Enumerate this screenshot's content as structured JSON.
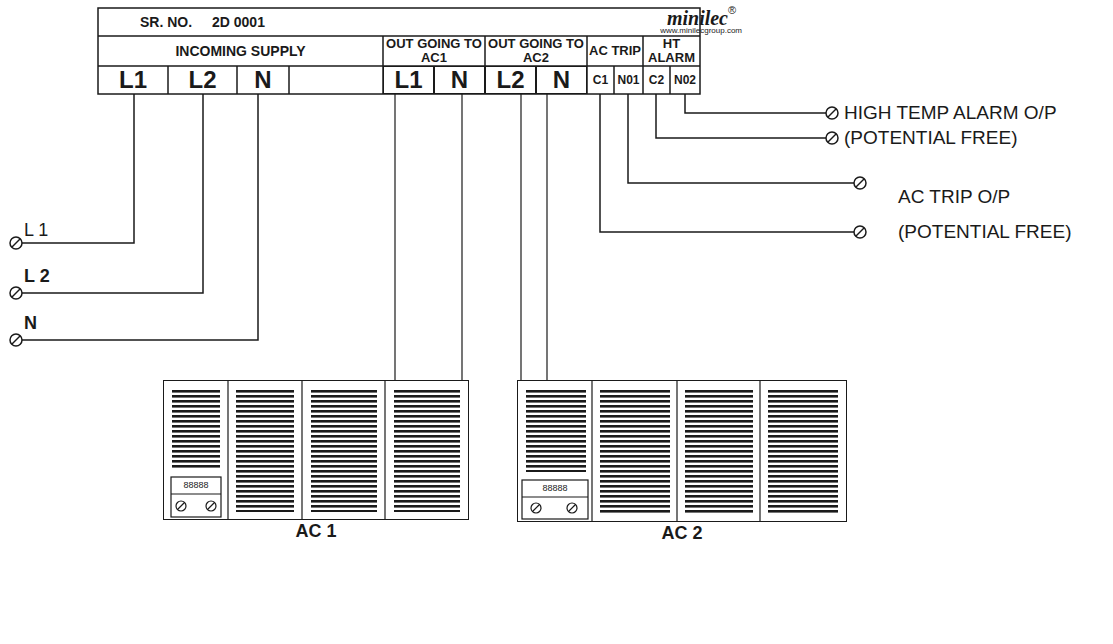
{
  "diagram": {
    "nodes": [
      {
        "text": [
          "L1"
        ]
      },
      {
        "text": [
          "N"
        ]
      },
      {
        "text": [
          "L2"
        ]
      },
      {
        "text": [
          "N"
        ]
      },
      {
        "text": [
          "AC 1"
        ]
      },
      {
        "text": [
          "AC 2"
        ]
      }
    ],
    "edges": [
      {
        "from": 0,
        "to": 4,
        "arrow": "none"
      },
      {
        "from": 1,
        "to": 4,
        "arrow": "none"
      },
      {
        "from": 2,
        "to": 5,
        "arrow": "none"
      },
      {
        "from": 3,
        "to": 5,
        "arrow": "none"
      }
    ],
    "labels": [
      "SR. NO.",
      "2D 0001",
      "minilec",
      "®",
      "www.minilecgroup.com",
      "INCOMING SUPPLY",
      "OUT GOING TO AC1",
      "OUT GOING TO AC2",
      "AC TRIP",
      "HT ALARM",
      "L1",
      "L2",
      "N",
      "C1",
      "N01",
      "C2",
      "N02",
      "L 1",
      "L 2",
      "N",
      "HIGH TEMP ALARM O/P",
      "(POTENTIAL FREE)",
      "AC TRIP O/P",
      "(POTENTIAL FREE)",
      "88888",
      "88888"
    ]
  }
}
